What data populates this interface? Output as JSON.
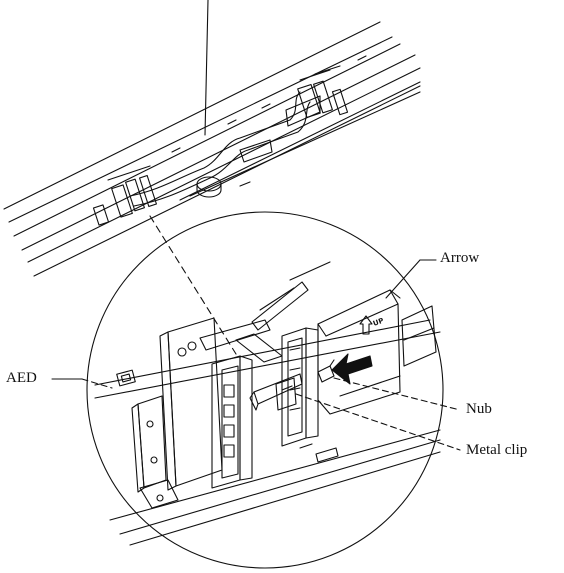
{
  "callouts": {
    "arrow": "Arrow",
    "aed": "AED",
    "nub": "Nub",
    "metal_clip": "Metal clip"
  },
  "part_markings": {
    "up_label": "UP"
  },
  "colors": {
    "line": "#111111",
    "fill": "#ffffff",
    "hatch": "#444444"
  }
}
